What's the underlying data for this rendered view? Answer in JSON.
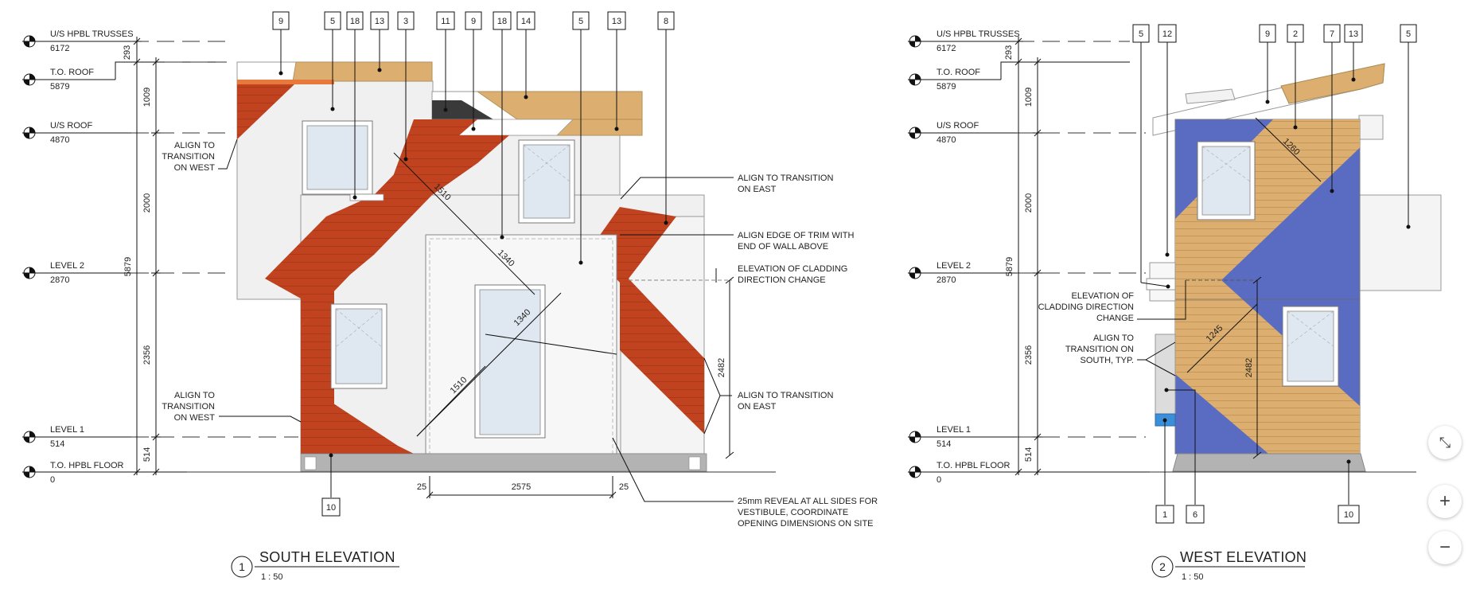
{
  "south": {
    "levels": [
      {
        "name": "U/S HPBL TRUSSES",
        "value": "6172"
      },
      {
        "name": "T.O. ROOF",
        "value": "5879"
      },
      {
        "name": "U/S ROOF",
        "value": "4870"
      },
      {
        "name": "LEVEL 2",
        "value": "2870"
      },
      {
        "name": "LEVEL 1",
        "value": "514"
      },
      {
        "name": "T.O. HPBL FLOOR",
        "value": "0"
      }
    ],
    "dims_vertical": [
      "293",
      "1009",
      "2000",
      "5879",
      "2356",
      "514"
    ],
    "tags_top": [
      "9",
      "5",
      "18",
      "13",
      "3",
      "11",
      "9",
      "18",
      "14",
      "5",
      "13",
      "8"
    ],
    "tag_bottom": "10",
    "notes": {
      "align_west_upper": [
        "ALIGN TO",
        "TRANSITION",
        "ON WEST"
      ],
      "align_west_lower": [
        "ALIGN TO",
        "TRANSITION",
        "ON WEST"
      ],
      "align_east_upper": [
        "ALIGN TO TRANSITION",
        "ON EAST"
      ],
      "align_trim": [
        "ALIGN EDGE OF TRIM WITH",
        "END OF WALL ABOVE"
      ],
      "cladding_change": [
        "ELEVATION OF CLADDING",
        "DIRECTION CHANGE"
      ],
      "align_east_lower": [
        "ALIGN TO TRANSITION",
        "ON EAST"
      ],
      "reveal": [
        "25mm REVEAL AT ALL SIDES FOR",
        "VESTIBULE, COORDINATE",
        "OPENING DIMENSIONS ON SITE"
      ]
    },
    "dims_diag": [
      "1510",
      "1340",
      "1340",
      "1510"
    ],
    "dim_2482": "2482",
    "dims_bottom": [
      "25",
      "2575",
      "25"
    ],
    "title": {
      "number": "1",
      "name": "SOUTH ELEVATION",
      "scale": "1 : 50"
    }
  },
  "west": {
    "levels": [
      {
        "name": "U/S HPBL TRUSSES",
        "value": "6172"
      },
      {
        "name": "T.O. ROOF",
        "value": "5879"
      },
      {
        "name": "U/S ROOF",
        "value": "4870"
      },
      {
        "name": "LEVEL 2",
        "value": "2870"
      },
      {
        "name": "LEVEL 1",
        "value": "514"
      },
      {
        "name": "T.O. HPBL FLOOR",
        "value": "0"
      }
    ],
    "dims_vertical": [
      "293",
      "1009",
      "2000",
      "5879",
      "2356",
      "514"
    ],
    "tags_top": [
      "5",
      "12",
      "9",
      "2",
      "7",
      "13",
      "5"
    ],
    "tags_bottom": [
      "1",
      "6",
      "10"
    ],
    "notes": {
      "cladding_change": [
        "ELEVATION OF",
        "CLADDING DIRECTION",
        "CHANGE"
      ],
      "align_south": [
        "ALIGN TO",
        "TRANSITION ON",
        "SOUTH, TYP."
      ]
    },
    "dims_diag": [
      "1260",
      "1245"
    ],
    "dim_2482": "2482",
    "title": {
      "number": "2",
      "name": "WEST ELEVATION",
      "scale": "1 : 50"
    }
  },
  "zoom_controls": {
    "collapse": "⤡",
    "zoom_in": "+",
    "zoom_out": "−"
  },
  "colors": {
    "red_cladding": "#c0421f",
    "wood_cladding": "#dcae6f",
    "blue_cladding": "#5a6cc2",
    "wall": "#f0f0f0",
    "base": "#b3b3b3"
  }
}
